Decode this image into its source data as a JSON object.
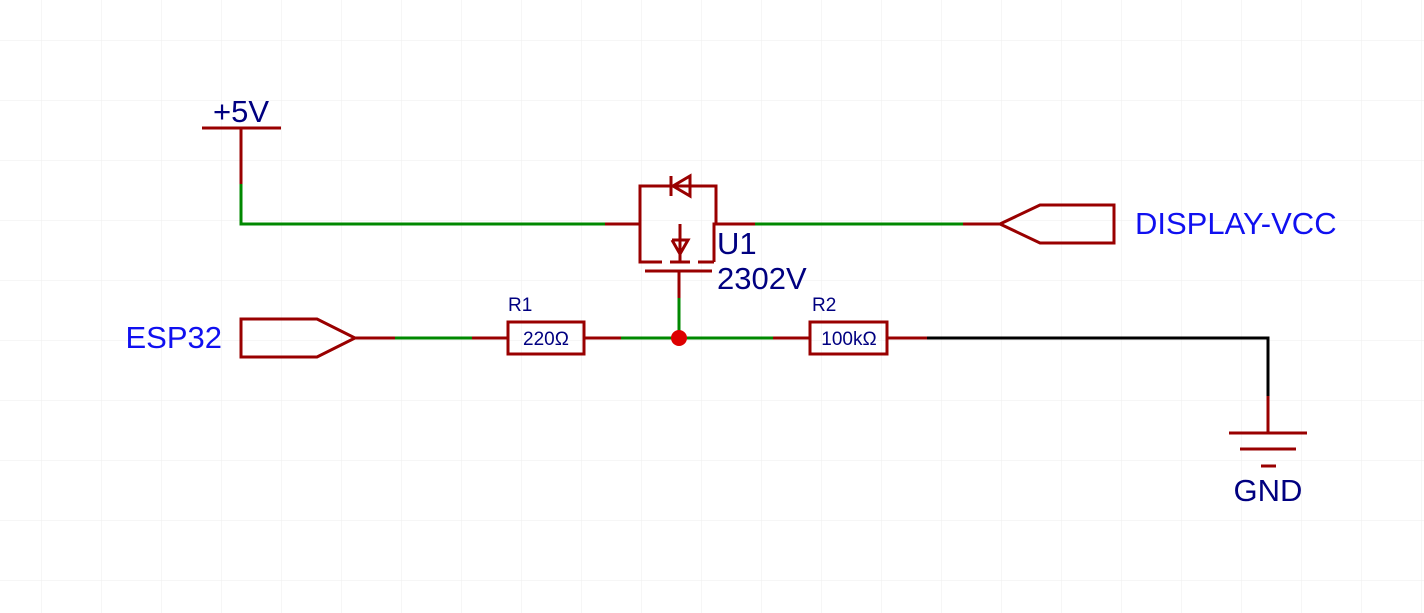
{
  "title": "",
  "colors": {
    "background": "#ffffff",
    "grid": "#eeeeee",
    "symbol": "#990000",
    "wire": "#008800",
    "gnd_wire": "#000000",
    "junction": "#dd0000",
    "power_label": "#000080",
    "port_label": "#1010f0"
  },
  "power": {
    "vcc_label": "+5V",
    "gnd_label": "GND"
  },
  "ports": {
    "input_label": "ESP32",
    "output_label": "DISPLAY-VCC"
  },
  "components": {
    "u1": {
      "ref": "U1",
      "value": "2302V"
    },
    "r1": {
      "ref": "R1",
      "value": "220Ω"
    },
    "r2": {
      "ref": "R2",
      "value": "100kΩ"
    }
  }
}
